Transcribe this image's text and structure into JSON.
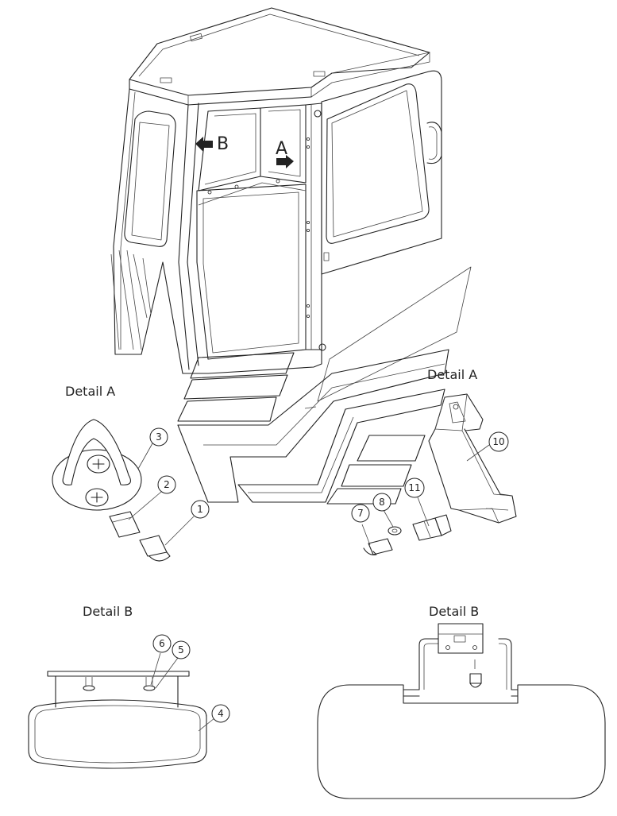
{
  "titles": {
    "detail_a_left": "Detail A",
    "detail_a_right": "Detail A",
    "detail_b_left": "Detail B",
    "detail_b_right": "Detail B"
  },
  "view_markers": {
    "a": "A",
    "b": "B"
  },
  "callouts": [
    "1",
    "2",
    "3",
    "4",
    "5",
    "6",
    "7",
    "8",
    "10",
    "11"
  ]
}
